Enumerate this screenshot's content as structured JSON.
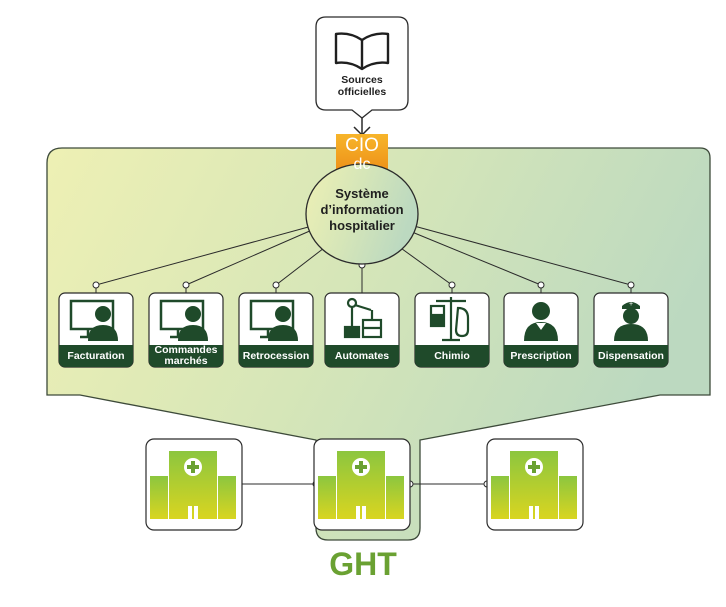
{
  "sources": {
    "label_line1": "Sources",
    "label_line2": "officielles",
    "icon": "open-book-icon"
  },
  "cio_logo": {
    "line1": "CIO",
    "line2": "dc"
  },
  "system": {
    "line1": "Système",
    "line2": "d’information",
    "line3": "hospitalier"
  },
  "modules": [
    {
      "label": "Facturation",
      "icon": "person-at-computer-icon"
    },
    {
      "label": "Commandes\nmarchés",
      "icon": "person-at-computer-icon"
    },
    {
      "label": "Retrocession",
      "icon": "person-at-computer-icon"
    },
    {
      "label": "Automates",
      "icon": "robotic-arm-icon"
    },
    {
      "label": "Chimio",
      "icon": "iv-drip-icon"
    },
    {
      "label": "Prescription",
      "icon": "doctor-icon"
    },
    {
      "label": "Dispensation",
      "icon": "nurse-icon"
    }
  ],
  "hospitals": [
    {
      "icon": "hospital-building-icon"
    },
    {
      "icon": "hospital-building-icon"
    },
    {
      "icon": "hospital-building-icon"
    }
  ],
  "ght_label": "GHT",
  "colors": {
    "dark_green": "#1f4a2a",
    "accent_green": "#6aa132",
    "logo_orange": "#f29a1a"
  }
}
